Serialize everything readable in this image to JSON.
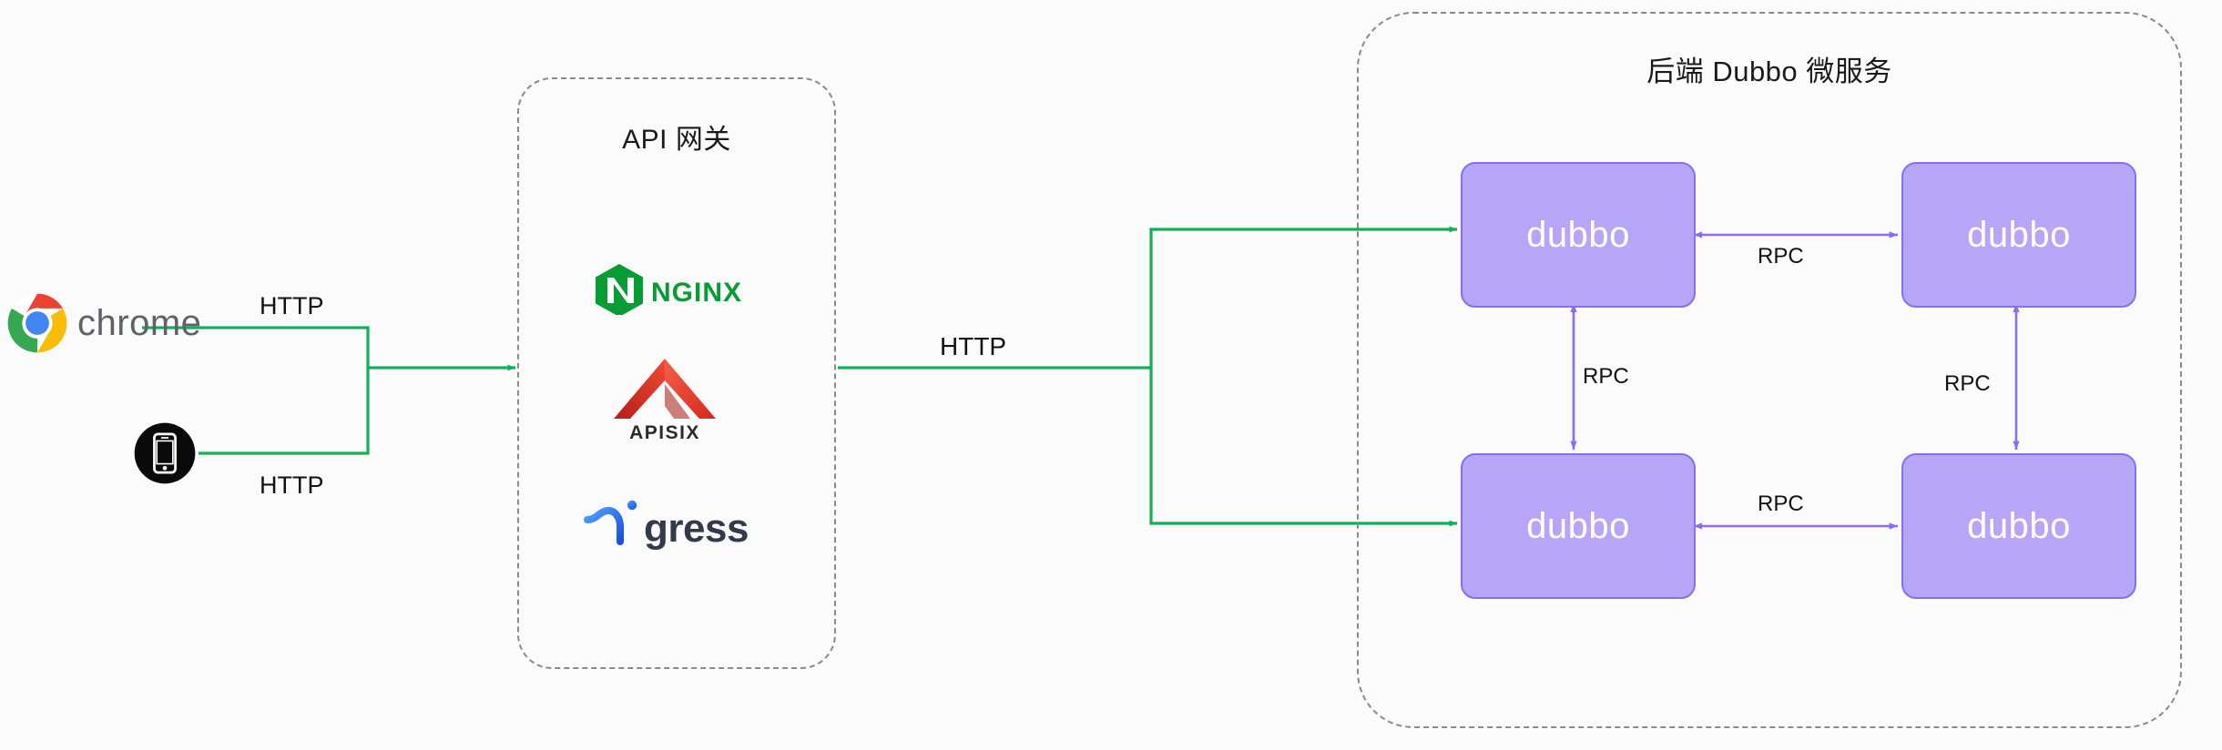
{
  "diagram": {
    "title_gateway": "API 网关",
    "title_backend": "后端 Dubbo 微服务",
    "background": "#fbfbfb",
    "flow_color": "#14ae5c",
    "rpc_color": "#8a6df0",
    "node_fill": "#b5a6f7",
    "node_border": "#8a6df0",
    "group_border": "#8a8a8a"
  },
  "clients": [
    {
      "id": "chrome",
      "label": "chrome",
      "icon": "chrome-logo-icon",
      "protocol": "HTTP"
    },
    {
      "id": "mobile",
      "label": "",
      "icon": "mobile-phone-icon",
      "protocol": "HTTP"
    }
  ],
  "gateway": {
    "title": "API 网关",
    "products": [
      {
        "id": "nginx",
        "name": "NGINX",
        "icon": "nginx-logo-icon",
        "color": "#079c34"
      },
      {
        "id": "apisix",
        "name": "APISIX",
        "icon": "apisix-logo-icon",
        "color": "#e8422f"
      },
      {
        "id": "higress",
        "name": "Higress",
        "icon": "higress-logo-icon",
        "color": "#2e6bf5"
      }
    ],
    "egress_protocol": "HTTP"
  },
  "backend": {
    "title": "后端 Dubbo 微服务",
    "nodes": [
      {
        "id": "dubbo-0",
        "label": "dubbo"
      },
      {
        "id": "dubbo-1",
        "label": "dubbo"
      },
      {
        "id": "dubbo-2",
        "label": "dubbo"
      },
      {
        "id": "dubbo-3",
        "label": "dubbo"
      }
    ],
    "links": [
      {
        "from": "dubbo-0",
        "to": "dubbo-1",
        "label": "RPC",
        "direction": "both"
      },
      {
        "from": "dubbo-2",
        "to": "dubbo-3",
        "label": "RPC",
        "direction": "both"
      },
      {
        "from": "dubbo-0",
        "to": "dubbo-2",
        "label": "RPC",
        "direction": "both"
      },
      {
        "from": "dubbo-1",
        "to": "dubbo-3",
        "label": "RPC",
        "direction": "both"
      }
    ]
  },
  "edges": [
    {
      "id": "chrome-to-gateway",
      "label": "HTTP"
    },
    {
      "id": "mobile-to-gateway",
      "label": "HTTP"
    },
    {
      "id": "gateway-to-backend",
      "label": "HTTP"
    }
  ]
}
